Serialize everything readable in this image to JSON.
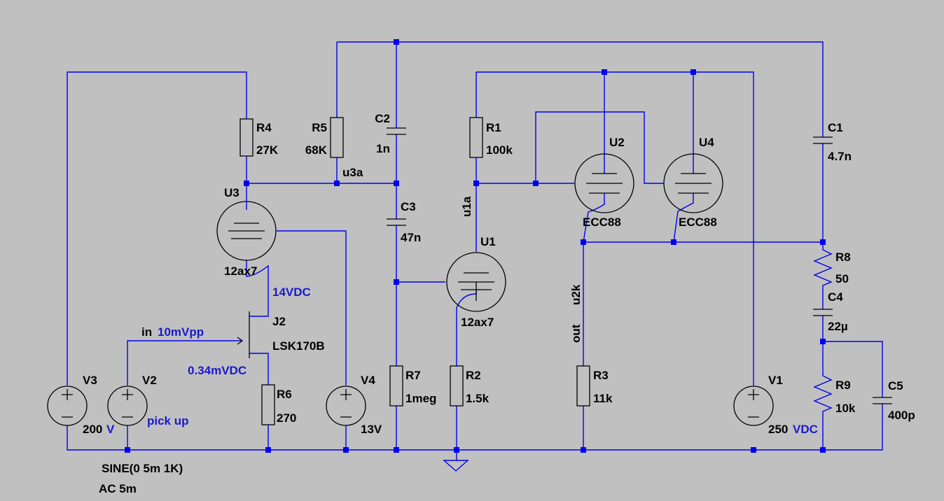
{
  "components": {
    "R4": {
      "ref": "R4",
      "value": "27K"
    },
    "R5": {
      "ref": "R5",
      "value": "68K"
    },
    "C2": {
      "ref": "C2",
      "value": "1n"
    },
    "R1": {
      "ref": "R1",
      "value": "100k"
    },
    "C1": {
      "ref": "C1",
      "value": "4.7n"
    },
    "U2": {
      "ref": "U2",
      "value": "ECC88"
    },
    "U4": {
      "ref": "U4",
      "value": "ECC88"
    },
    "U3": {
      "ref": "U3",
      "value": "12ax7"
    },
    "C3": {
      "ref": "C3",
      "value": "47n"
    },
    "U1": {
      "ref": "U1",
      "value": "12ax7"
    },
    "R8": {
      "ref": "R8",
      "value": "50"
    },
    "C4": {
      "ref": "C4",
      "value": "22µ"
    },
    "J2": {
      "ref": "J2",
      "value": "LSK170B"
    },
    "R6": {
      "ref": "R6",
      "value": "270"
    },
    "R7": {
      "ref": "R7",
      "value": "1meg"
    },
    "R2": {
      "ref": "R2",
      "value": "1.5k"
    },
    "R3": {
      "ref": "R3",
      "value": "11k"
    },
    "R9": {
      "ref": "R9",
      "value": "10k"
    },
    "C5": {
      "ref": "C5",
      "value": "400p"
    },
    "V3": {
      "ref": "V3",
      "value": "200",
      "unit": "V"
    },
    "V2": {
      "ref": "V2",
      "value": "SINE(0 5m 1K)",
      "value2": "AC 5m",
      "label": "pick up"
    },
    "V4": {
      "ref": "V4",
      "value": "13V"
    },
    "V1": {
      "ref": "V1",
      "value": "250",
      "unit": "VDC"
    }
  },
  "nets": {
    "u3a": "u3a",
    "u1a": "u1a",
    "u2k": "u2k",
    "out": "out",
    "in": "in"
  },
  "annotations": {
    "j2_drain": "14VDC",
    "input_level": "10mVpp",
    "j2_source": "0.34mVDC"
  },
  "colors": {
    "background": "#c0c0c0",
    "wire": "#0000ee",
    "text": "#000000",
    "annotation": "#1a1acc"
  }
}
